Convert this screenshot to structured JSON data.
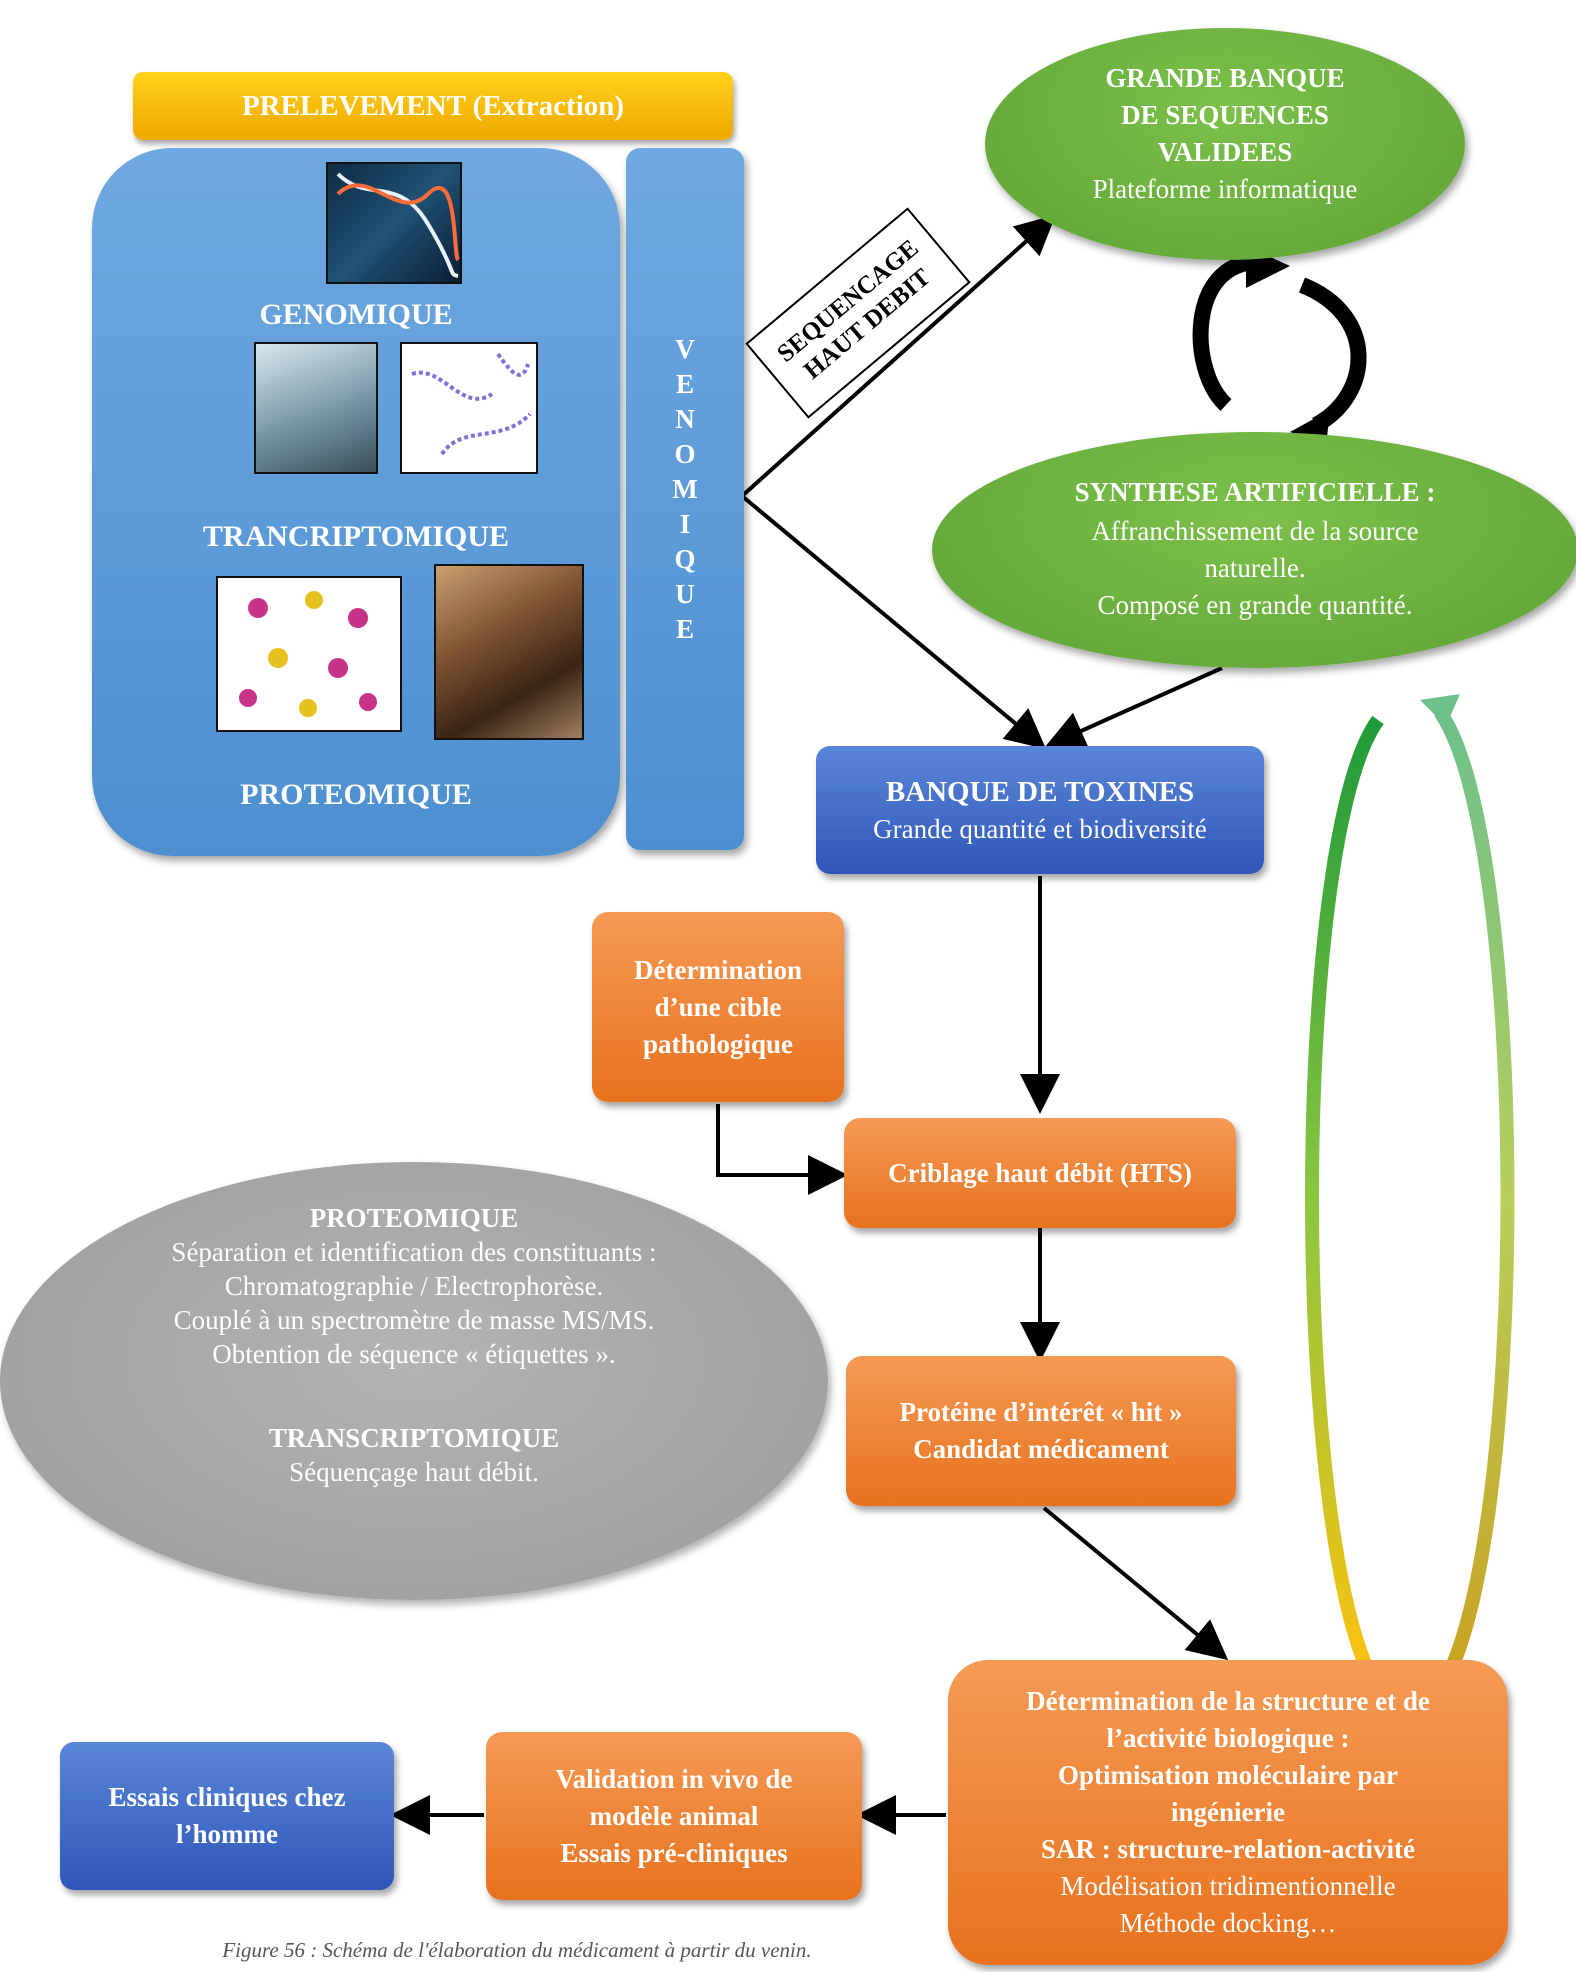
{
  "prelevement": "PRELEVEMENT (Extraction)",
  "omics": {
    "genomique": "GENOMIQUE",
    "transcriptomique": "TRANCRIPTOMIQUE",
    "proteomique": "PROTEOMIQUE"
  },
  "venomique": [
    "V",
    "E",
    "N",
    "O",
    "M",
    "I",
    "Q",
    "U",
    "E"
  ],
  "sequencage": {
    "line1": "SEQUENCAGE",
    "line2": "HAUT DEBIT"
  },
  "grande_banque": {
    "line1": "GRANDE BANQUE",
    "line2": "DE SEQUENCES",
    "line3": "VALIDEES",
    "line4": "Plateforme informatique"
  },
  "synthese": {
    "title": "SYNTHESE ARTIFICIELLE :",
    "line1": "Affranchissement de la source",
    "line2": "naturelle.",
    "line3": "Composé en grande quantité."
  },
  "banque_toxines": {
    "title": "BANQUE DE TOXINES",
    "subtitle": "Grande quantité et biodiversité"
  },
  "determination_cible": {
    "line1": "Détermination",
    "line2": "d’une cible",
    "line3": "pathologique"
  },
  "criblage": "Criblage haut débit (HTS)",
  "proteine": {
    "line1": "Protéine d’intérêt « hit »",
    "line2": "Candidat médicament"
  },
  "gray_ellipse": {
    "proteomique_title": "PROTEOMIQUE",
    "p1": "Séparation et identification des constituants :",
    "p2": "Chromatographie / Electrophorèse.",
    "p3": "Couplé à un spectromètre de masse MS/MS.",
    "p4": "Obtention de séquence « étiquettes ».",
    "transcriptomique_title": "TRANSCRIPTOMIQUE",
    "t1": "Séquençage haut débit."
  },
  "determination_structure": {
    "line1": "Détermination de la structure et de",
    "line2": "l’activité biologique :",
    "line3": "Optimisation moléculaire par",
    "line4": "ingénierie",
    "line5": "SAR : structure-relation-activité",
    "line6": "Modélisation tridimentionnelle",
    "line7": "Méthode docking…"
  },
  "validation": {
    "line1": "Validation in vivo de",
    "line2": "modèle animal",
    "line3": "Essais pré-cliniques"
  },
  "essais": {
    "line1": "Essais cliniques chez",
    "line2": "l’homme"
  },
  "caption": "Figure 56 : Schéma de l'élaboration du médicament à partir du venin.",
  "colors": {
    "blue": "#4d8fd1",
    "green": "#6cb33f",
    "orange": "#ee7b2a",
    "yellow": "#f7b600",
    "gray": "#a6a6a6",
    "dark_blue": "#3a62c4"
  }
}
